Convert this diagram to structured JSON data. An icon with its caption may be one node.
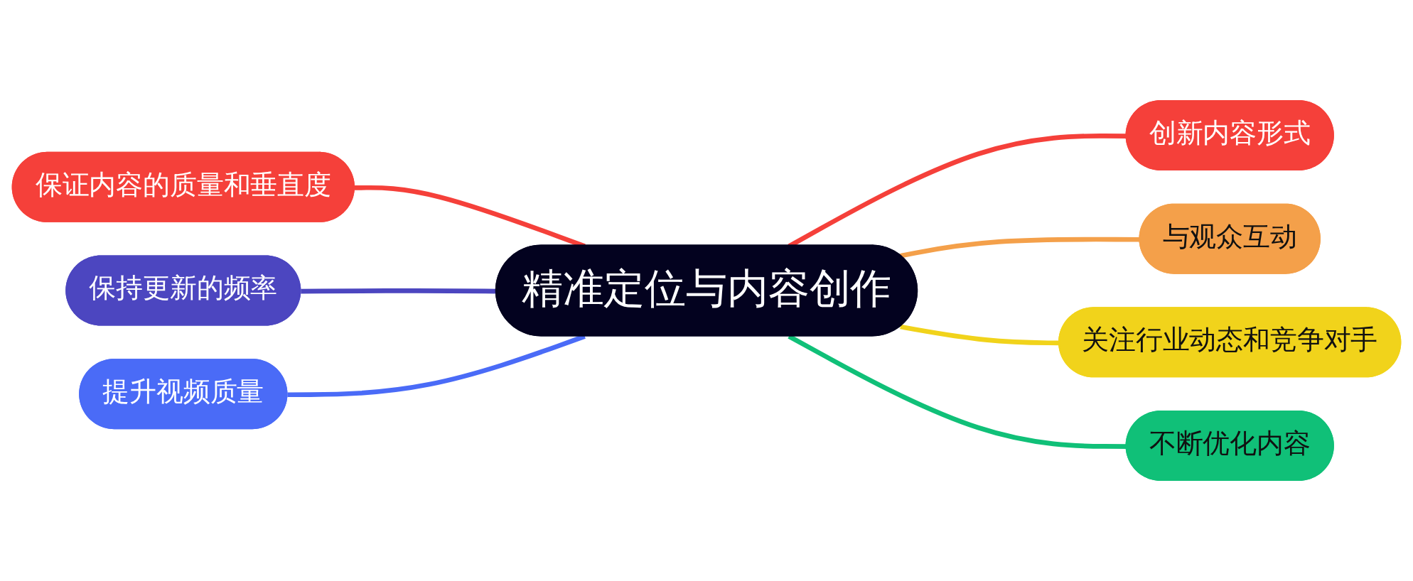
{
  "diagram": {
    "nodes": [
      {
        "text": [
          "精准定位与内容创作"
        ]
      },
      {
        "text": [
          "保证内容的质量和垂直度"
        ]
      },
      {
        "text": [
          "保持更新的频率"
        ]
      },
      {
        "text": [
          "提升视频质量"
        ]
      },
      {
        "text": [
          "创新内容形式"
        ]
      },
      {
        "text": [
          "与观众互动"
        ]
      },
      {
        "text": [
          "关注行业动态和竞争对手"
        ]
      },
      {
        "text": [
          "不断优化内容"
        ]
      }
    ],
    "edges": [
      {
        "from": 1,
        "to": 0,
        "arrow": "none",
        "color": "#f5403a"
      },
      {
        "from": 2,
        "to": 0,
        "arrow": "none",
        "color": "#4c46c0"
      },
      {
        "from": 3,
        "to": 0,
        "arrow": "none",
        "color": "#4a6bf7"
      },
      {
        "from": 0,
        "to": 4,
        "arrow": "none",
        "color": "#f5403a"
      },
      {
        "from": 0,
        "to": 5,
        "arrow": "none",
        "color": "#f4a04a"
      },
      {
        "from": 0,
        "to": 6,
        "arrow": "none",
        "color": "#f1d31b"
      },
      {
        "from": 0,
        "to": 7,
        "arrow": "none",
        "color": "#10c078"
      }
    ]
  }
}
